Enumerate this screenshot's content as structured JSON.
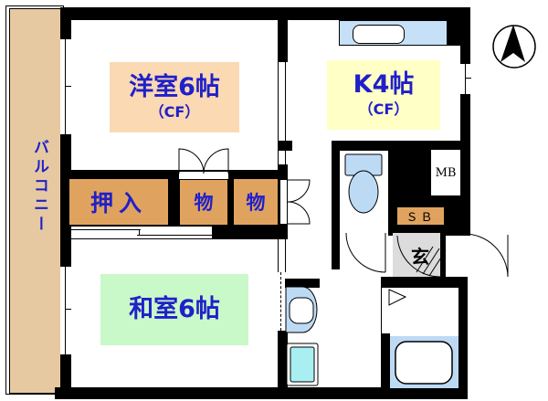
{
  "floorplan": {
    "title": "apartment-floorplan-2K",
    "balcony": {
      "label": "バルコニー"
    },
    "rooms": {
      "western": {
        "label": "洋室6帖",
        "sub": "（CF）"
      },
      "kitchen": {
        "label": "K4帖",
        "sub": "（CF）"
      },
      "japanese": {
        "label": "和室6帖"
      }
    },
    "closets": {
      "oshiire": "押入",
      "mono1": "物",
      "mono2": "物"
    },
    "boxes": {
      "mb": "MB",
      "sb": "ＳＢ"
    },
    "entrance": {
      "label": "玄"
    },
    "icons": {
      "compass": "north-arrow",
      "toilet": "toilet",
      "bathtub": "bathtub",
      "kitchen_sink": "kitchen-sink",
      "washbasin": "washbasin",
      "washing_pan": "washing-machine-pan"
    },
    "colors": {
      "wall": "#000000",
      "balcony": "#E6C9A1",
      "closet_orange": "#E0A35F",
      "western_label_bg": "#FAD9B3",
      "kitchen_label_bg": "#FFFFC6",
      "japanese_label_bg": "#C9F8C9",
      "fixture_blue": "#BDDAF5",
      "counter_blue": "#C5E0F7",
      "washing_pan_cyan": "#A9EFF1",
      "genkan_gray": "#DCDCDC",
      "text_blue": "#2020C8"
    }
  }
}
